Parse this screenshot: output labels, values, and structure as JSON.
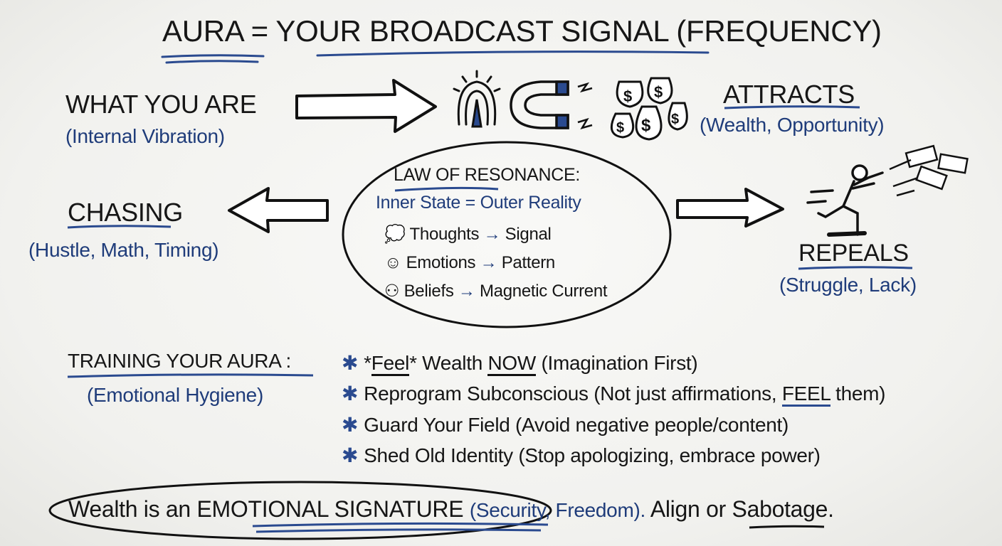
{
  "title": {
    "aura": "AURA",
    "equals": "=",
    "signal": "YOUR BROADCAST SIGNAL",
    "frequency": "(FREQUENCY)"
  },
  "what_you_are": {
    "label": "WHAT YOU ARE",
    "sub": "(Internal Vibration)"
  },
  "attracts": {
    "label": "ATTRACTS",
    "sub": "(Wealth, Opportunity)"
  },
  "chasing": {
    "label": "CHASING",
    "sub": "(Hustle, Math, Timing)"
  },
  "repeals": {
    "label": "REPEALS",
    "sub": "(Struggle, Lack)"
  },
  "law": {
    "title": "LAW OF RESONANCE:",
    "equation": "Inner State = Outer Reality",
    "items": [
      {
        "icon": "thought-cloud-icon",
        "from": "Thoughts",
        "to": "Signal"
      },
      {
        "icon": "smiley-icon",
        "from": "Emotions",
        "to": "Pattern"
      },
      {
        "icon": "brain-head-icon",
        "from": "Beliefs",
        "to": "Magnetic Current"
      }
    ]
  },
  "training": {
    "label": "TRAINING YOUR AURA :",
    "sub": "(Emotional Hygiene)",
    "bullets": [
      {
        "pre": "*",
        "em": "Feel",
        "mid": "* Wealth ",
        "em2": "NOW",
        "rest": " (Imagination First)"
      },
      {
        "text": "Reprogram Subconscious (Not just affirmations, ",
        "em": "FEEL",
        "rest": " them)"
      },
      {
        "text": "Guard Your Field (Avoid negative people/content)"
      },
      {
        "text": "Shed Old Identity (Stop apologizing, embrace power)"
      }
    ]
  },
  "footer": {
    "a": "Wealth is an ",
    "b": "EMOTIONAL SIGNATURE",
    "c": "(Security, Freedom).",
    "d": "Align",
    "e": " or Sabotage."
  },
  "colors": {
    "ink": "#161616",
    "blue": "#1f3c7a"
  }
}
